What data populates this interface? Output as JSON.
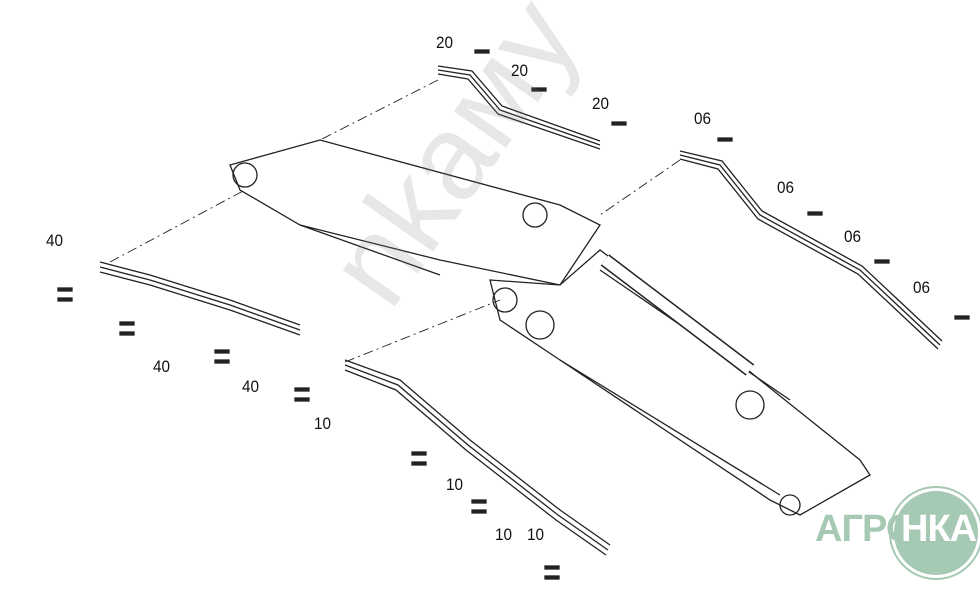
{
  "diagram": {
    "title": "Boom hydraulic lines parts diagram",
    "labels": {
      "l20a": "20",
      "l20b": "20",
      "l20c": "20",
      "l06a": "06",
      "l06b": "06",
      "l06c": "06",
      "l06d": "06",
      "l40a": "40",
      "l40b": "40",
      "l40c": "40",
      "l10a": "10",
      "l10b": "10",
      "l10c": "10",
      "l10d": "10"
    }
  },
  "watermark": "nkaму",
  "logo": {
    "left": "АГРО",
    "right": "НКА",
    "color": "#a6c9b4"
  }
}
